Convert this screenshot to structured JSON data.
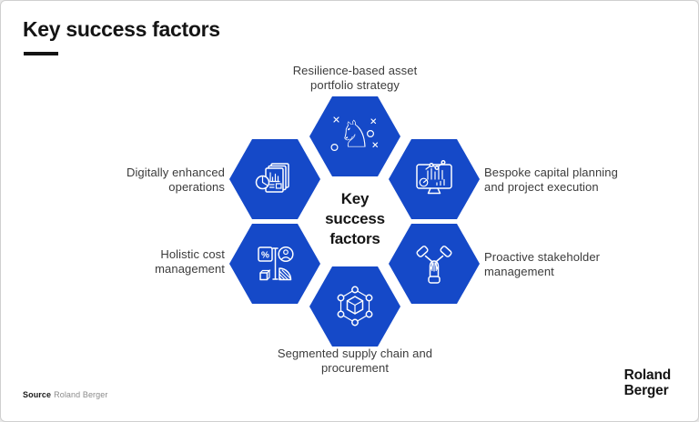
{
  "slide": {
    "title": "Key success factors",
    "center_label": "Key success factors",
    "source": {
      "label": "Source",
      "value": "Roland Berger"
    },
    "logo": {
      "line1": "Roland",
      "line2": "Berger"
    }
  },
  "colors": {
    "hex_blue": "#1549C8",
    "title_black": "#141414",
    "label_gray": "#3b3b3b"
  },
  "icons": {
    "knight_glyph": "♘"
  },
  "items": [
    {
      "label": "Resilience-based asset portfolio strategy",
      "icon": "chess-knight-icon",
      "position": "top"
    },
    {
      "label": "Bespoke capital planning and project execution",
      "icon": "monitor-analytics-icon",
      "position": "right-top"
    },
    {
      "label": "Proactive stakeholder management",
      "icon": "hands-teamwork-icon",
      "position": "right-bottom"
    },
    {
      "label": "Segmented supply chain and procurement",
      "icon": "supply-network-icon",
      "position": "bottom"
    },
    {
      "label": "Holistic cost management",
      "icon": "cost-quadrants-icon",
      "position": "left-bottom"
    },
    {
      "label": "Digitally enhanced operations",
      "icon": "documents-analytics-icon",
      "position": "left-top"
    }
  ]
}
